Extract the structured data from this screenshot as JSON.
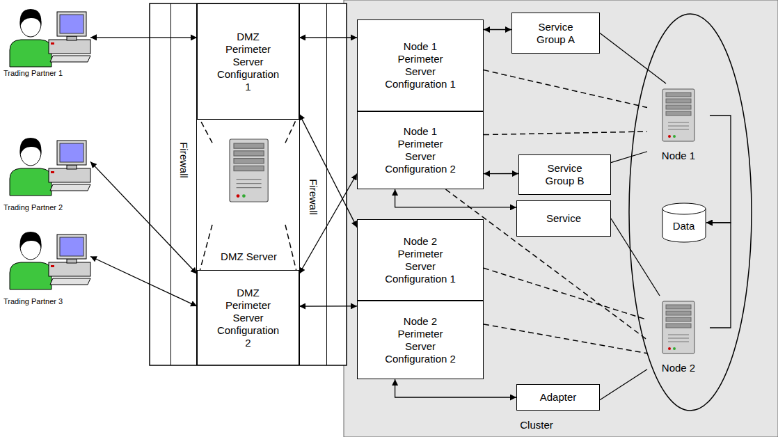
{
  "diagram": {
    "nodes": [
      {
        "text": [
          "Trading Partner 1"
        ]
      },
      {
        "text": [
          "Trading Partner 2"
        ]
      },
      {
        "text": [
          "Trading Partner 3"
        ]
      },
      {
        "text": [
          "Firewall"
        ]
      },
      {
        "text": [
          "Firewall"
        ]
      },
      {
        "text": [
          "DMZ Perimeter Server Configuration 1"
        ]
      },
      {
        "text": [
          "DMZ Server"
        ]
      },
      {
        "text": [
          "DMZ Perimeter Server Configuration 2"
        ]
      },
      {
        "text": [
          "Cluster"
        ]
      },
      {
        "text": [
          "Node 1 Perimeter Server Configuration 1"
        ],
        "in": 8
      },
      {
        "text": [
          "Service Group A"
        ],
        "in": 8
      },
      {
        "text": [
          "Node 1"
        ],
        "in": 8
      },
      {
        "text": [
          "Node 1 Perimeter Server Configuration 2"
        ],
        "in": 8
      },
      {
        "text": [
          "Service Group B"
        ],
        "in": 8
      },
      {
        "text": [
          "Service"
        ],
        "in": 8
      },
      {
        "text": [
          "Data"
        ],
        "in": 8
      },
      {
        "text": [
          "Node 2 Perimeter Server Configuration 1"
        ],
        "in": 8
      },
      {
        "text": [
          "Node 2 Perimeter Server Configuration 2"
        ],
        "in": 8
      },
      {
        "text": [
          "Node 2"
        ],
        "in": 8
      },
      {
        "text": [
          "Adapter"
        ],
        "in": 8
      }
    ],
    "edges": [
      {
        "from": 0,
        "to": 5,
        "arrow": "both"
      },
      {
        "from": 1,
        "to": 7,
        "arrow": "both"
      },
      {
        "from": 2,
        "to": 7,
        "arrow": "both"
      },
      {
        "from": 5,
        "to": 9,
        "arrow": "both"
      },
      {
        "from": 5,
        "to": 16,
        "arrow": "both"
      },
      {
        "from": 7,
        "to": 12,
        "arrow": "both"
      },
      {
        "from": 7,
        "to": 17,
        "arrow": "both"
      },
      {
        "from": 6,
        "to": 5,
        "arrow": "none"
      },
      {
        "from": 6,
        "to": 5,
        "arrow": "none"
      },
      {
        "from": 6,
        "to": 7,
        "arrow": "none"
      },
      {
        "from": 6,
        "to": 7,
        "arrow": "none"
      },
      {
        "from": 9,
        "to": 10,
        "arrow": "both"
      },
      {
        "from": 9,
        "to": 11,
        "arrow": "none"
      },
      {
        "from": 10,
        "to": 11,
        "arrow": "none"
      },
      {
        "from": 12,
        "to": 11,
        "arrow": "none"
      },
      {
        "from": 12,
        "to": 13,
        "arrow": "both"
      },
      {
        "from": 13,
        "to": 11,
        "arrow": "none"
      },
      {
        "from": 12,
        "to": 14,
        "arrow": "both"
      },
      {
        "from": 12,
        "to": 18,
        "arrow": "none"
      },
      {
        "from": 14,
        "to": 18,
        "arrow": "none"
      },
      {
        "from": 16,
        "to": 18,
        "arrow": "none"
      },
      {
        "from": 17,
        "to": 18,
        "arrow": "none"
      },
      {
        "from": 17,
        "to": 19,
        "arrow": "both"
      },
      {
        "from": 19,
        "to": 18,
        "arrow": "none"
      },
      {
        "from": 11,
        "to": 15,
        "arrow": "to"
      },
      {
        "from": 18,
        "to": 15,
        "arrow": "to"
      }
    ]
  }
}
